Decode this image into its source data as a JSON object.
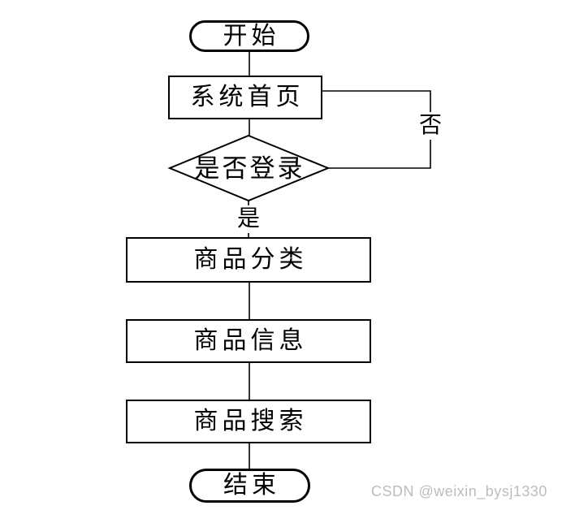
{
  "flowchart": {
    "title": "login-and-product-flow",
    "nodes": {
      "start": {
        "label": "开始",
        "shape": "stadium"
      },
      "home": {
        "label": "系统首页",
        "shape": "rect"
      },
      "decision": {
        "label": "是否登录",
        "shape": "diamond"
      },
      "categories": {
        "label": "商品分类",
        "shape": "rect"
      },
      "info": {
        "label": "商品信息",
        "shape": "rect"
      },
      "search": {
        "label": "商品搜索",
        "shape": "rect"
      },
      "end": {
        "label": "结束",
        "shape": "stadium"
      }
    },
    "edges": [
      {
        "from": "start",
        "to": "home"
      },
      {
        "from": "home",
        "to": "decision"
      },
      {
        "from": "decision",
        "to": "categories",
        "label": "是"
      },
      {
        "from": "decision",
        "to": "home",
        "label": "否"
      },
      {
        "from": "categories",
        "to": "info"
      },
      {
        "from": "info",
        "to": "search"
      },
      {
        "from": "search",
        "to": "end"
      }
    ],
    "edge_labels": {
      "yes": "是",
      "no": "否"
    }
  },
  "watermark": {
    "text": "CSDN @weixin_bysj1330",
    "color": "#bdbdbd"
  },
  "colors": {
    "stroke": "#000000",
    "background": "#ffffff"
  }
}
